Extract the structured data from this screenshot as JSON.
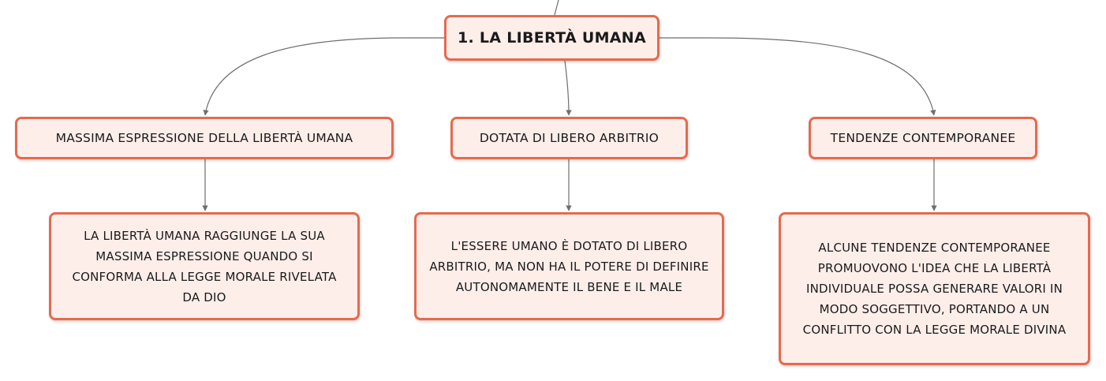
{
  "diagram": {
    "root": {
      "label": "1. LA LIBERTÀ UMANA"
    },
    "branches": [
      {
        "label": "MASSIMA ESPRESSIONE DELLA LIBERTÀ UMANA",
        "detail": "LA LIBERTÀ UMANA RAGGIUNGE LA SUA MASSIMA ESPRESSIONE QUANDO SI CONFORMA ALLA LEGGE MORALE RIVELATA DA DIO"
      },
      {
        "label": "DOTATA DI LIBERO ARBITRIO",
        "detail": "L'ESSERE UMANO È DOTATO DI LIBERO ARBITRIO, MA NON HA IL POTERE DI DEFINIRE AUTONOMAMENTE IL BENE E IL MALE"
      },
      {
        "label": "TENDENZE CONTEMPORANEE",
        "detail": "ALCUNE TENDENZE CONTEMPORANEE PROMUOVONO L'IDEA CHE LA LIBERTÀ INDIVIDUALE POSSA GENERARE VALORI IN MODO SOGGETTIVO, PORTANDO A UN CONFLITTO CON LA LEGGE MORALE DIVINA"
      }
    ],
    "colors": {
      "node_border": "#e56a4f",
      "node_fill": "#fdeeea",
      "connector": "#6e6e6e"
    }
  }
}
